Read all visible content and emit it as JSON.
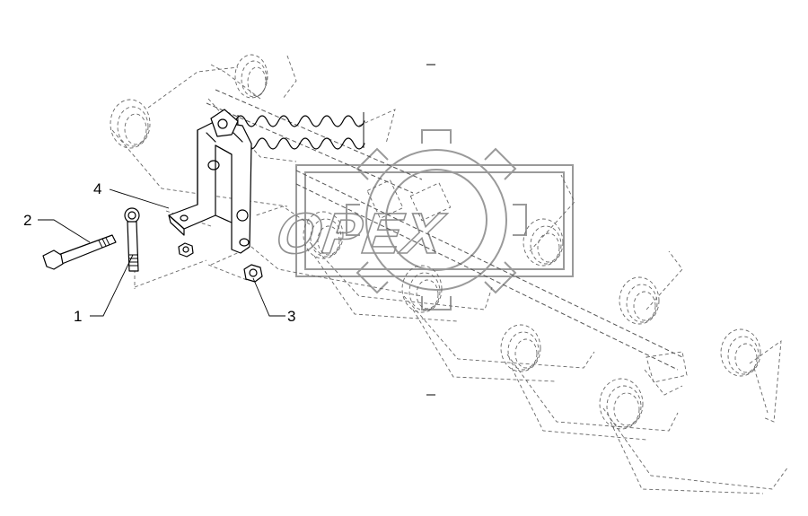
{
  "watermark": {
    "text": "OPEX"
  },
  "callouts": [
    {
      "id": "1",
      "label": "1"
    },
    {
      "id": "2",
      "label": "2"
    },
    {
      "id": "3",
      "label": "3"
    },
    {
      "id": "4",
      "label": "4"
    }
  ]
}
